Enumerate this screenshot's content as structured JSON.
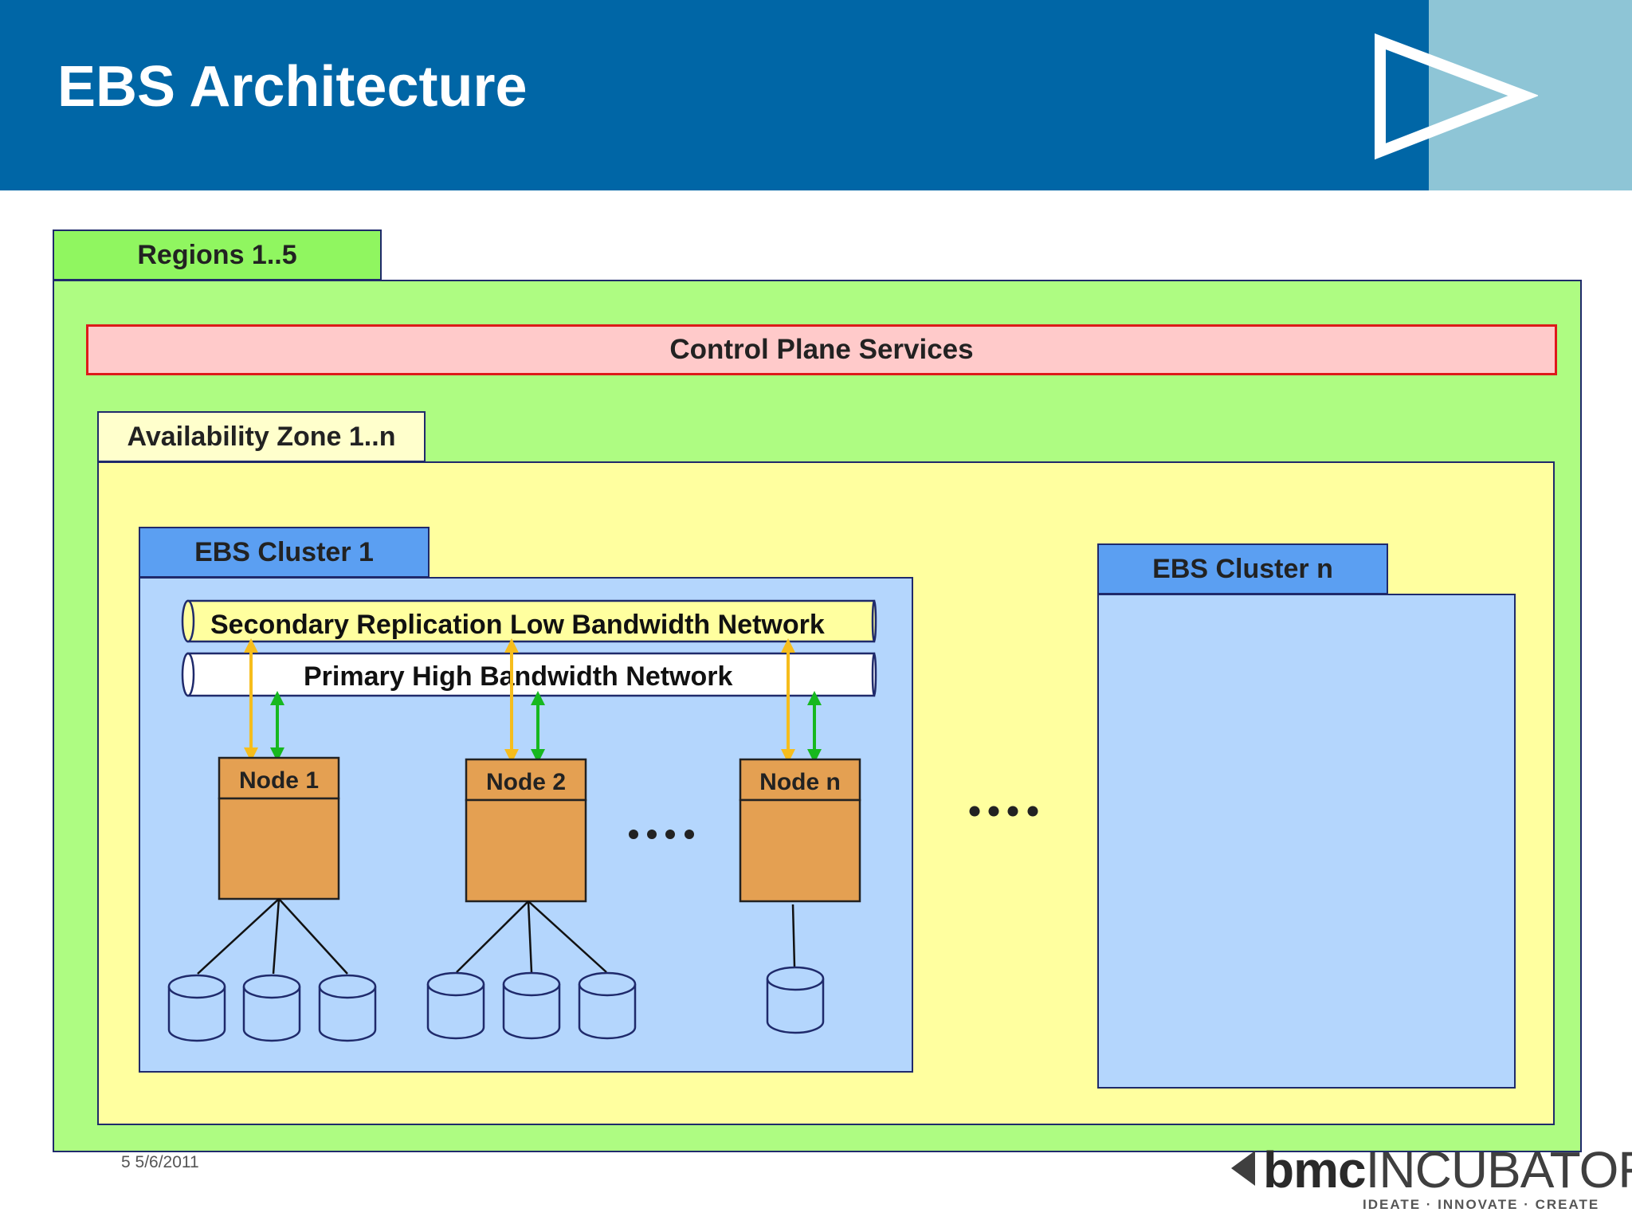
{
  "header": {
    "title": "EBS Architecture",
    "background_color": "#0066a6",
    "accent_color": "#8ec5d6",
    "icon": "play-triangle-icon"
  },
  "diagram": {
    "region": {
      "label": "Regions 1..5",
      "color": "#aefc82"
    },
    "control_plane": {
      "label": "Control Plane Services",
      "color": "#ffcaca",
      "border_color": "#dd1a1a"
    },
    "availability_zone": {
      "label": "Availability Zone 1..n",
      "color": "#ffff9f"
    },
    "cluster_1": {
      "label": "EBS Cluster 1",
      "color": "#b4d6fd",
      "networks": {
        "secondary": "Secondary Replication Low Bandwidth Network",
        "primary": "Primary High Bandwidth Network"
      },
      "nodes": [
        {
          "label": "Node 1"
        },
        {
          "label": "Node 2"
        },
        {
          "label": "Node n"
        }
      ],
      "node_ellipsis": "....",
      "node_color": "#e4a052",
      "secondary_link_color": "#f6bd1c",
      "primary_link_color": "#17b81f"
    },
    "cluster_ellipsis": "....",
    "cluster_n": {
      "label": "EBS Cluster n",
      "color": "#b4d6fd"
    }
  },
  "footer": {
    "slide_info": "5 5/6/2011",
    "logo": {
      "brand_bold": "bmc",
      "brand_rest": "INCUBATOR",
      "tagline": "IDEATE · INNOVATE · CREATE"
    }
  }
}
